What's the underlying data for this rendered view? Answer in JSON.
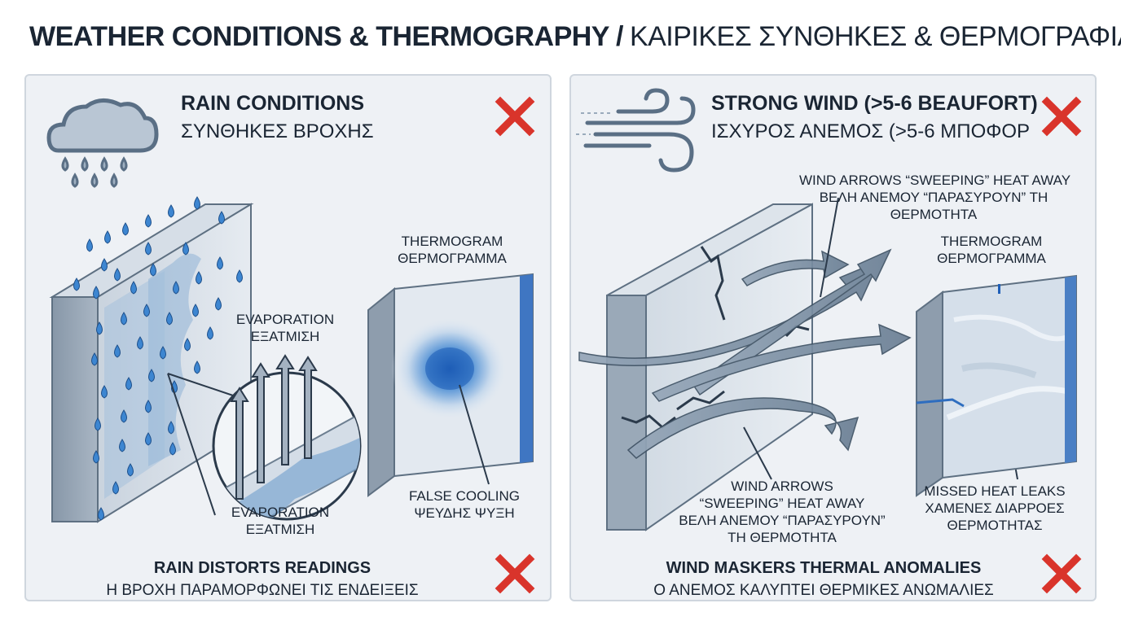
{
  "title": {
    "english": "WEATHER CONDITIONS & THERMOGRAPHY",
    "separator": "/",
    "greek": "ΚΑΙΡΙΚΕΣ ΣΥΝΘΗΚΕΣ & ΘΕΡΜΟΓΡΑΦΙΑ"
  },
  "rain_panel": {
    "heading_en": "RAIN CONDITIONS",
    "heading_gr": "ΣΥΝΘΗΚΕΣ ΒΡΟΧΗΣ",
    "evaporation_top_en": "EVAPORATION",
    "evaporation_top_gr": "ΕΞΑΤΜΙΣΗ",
    "evaporation_bottom_en": "EVAPORATION",
    "evaporation_bottom_gr": "ΕΞΑΤΜΙΣΗ",
    "thermogram_en": "THERMOGRAM",
    "thermogram_gr": "ΘΕΡΜΟΓΡΑΜΜΑ",
    "false_cooling_en": "FALSE COOLING",
    "false_cooling_gr": "ΨΕΥΔΗΣ ΨΥΞΗ",
    "footer_en": "RAIN DISTORTS READINGS",
    "footer_gr": "Η ΒΡΟΧΗ ΠΑΡΑΜΟΡΦΩΝΕΙ ΤΙΣ ΕΝΔΕΙΞΕΙΣ"
  },
  "wind_panel": {
    "heading_en": "STRONG WIND (>5-6 BEAUFORT)",
    "heading_gr": "ΙΣΧΥΡΟΣ ΑΝΕΜΟΣ (>5-6 ΜΠΟΦΟΡ",
    "wind_top_en": "WIND ARROWS “SWEEPING” HEAT AWAY",
    "wind_top_gr_1": "ΒΕΛΗ ΑΝΕΜΟΥ “ΠΑΡΑΣΥΡΟΥΝ” ΤΗ",
    "wind_top_gr_2": "ΘΕΡΜΟΤΗΤΑ",
    "thermogram_en": "THERMOGRAM",
    "thermogram_gr": "ΘΕΡΜΟΓΡΑΜΜΑ",
    "wind_bottom_en_1": "WIND ARROWS",
    "wind_bottom_en_2": "“SWEEPING” HEAT AWAY",
    "wind_bottom_gr_1": "ΒΕΛΗ ΑΝΕΜΟΥ “ΠΑΡΑΣΥΡΟΥΝ”",
    "wind_bottom_gr_2": "ΤΗ ΘΕΡΜΟΤΗΤΑ",
    "missed_en": "MISSED HEAT LEAKS",
    "missed_gr_1": "ΧΑΜΕΝΕΣ ΔΙΑΡΡΟΕΣ",
    "missed_gr_2": "ΘΕΡΜΟΤΗΤΑΣ",
    "footer_en": "WIND MASKERS THERMAL ANOMALIES",
    "footer_gr": "Ο ΑΝΕΜΟΣ ΚΑΛΥΠΤΕΙ ΘΕΡΜΙΚΕΣ ΑΝΩΜΑΛΙΕΣ"
  },
  "colors": {
    "cross_red": "#d9342b",
    "drop_blue": "#3d86d1",
    "arrow_gray": "#6f8397",
    "hotspot_blue": "#1f5fb8"
  },
  "icons": [
    "rain-cloud-icon",
    "wind-icon",
    "cross-icon"
  ]
}
